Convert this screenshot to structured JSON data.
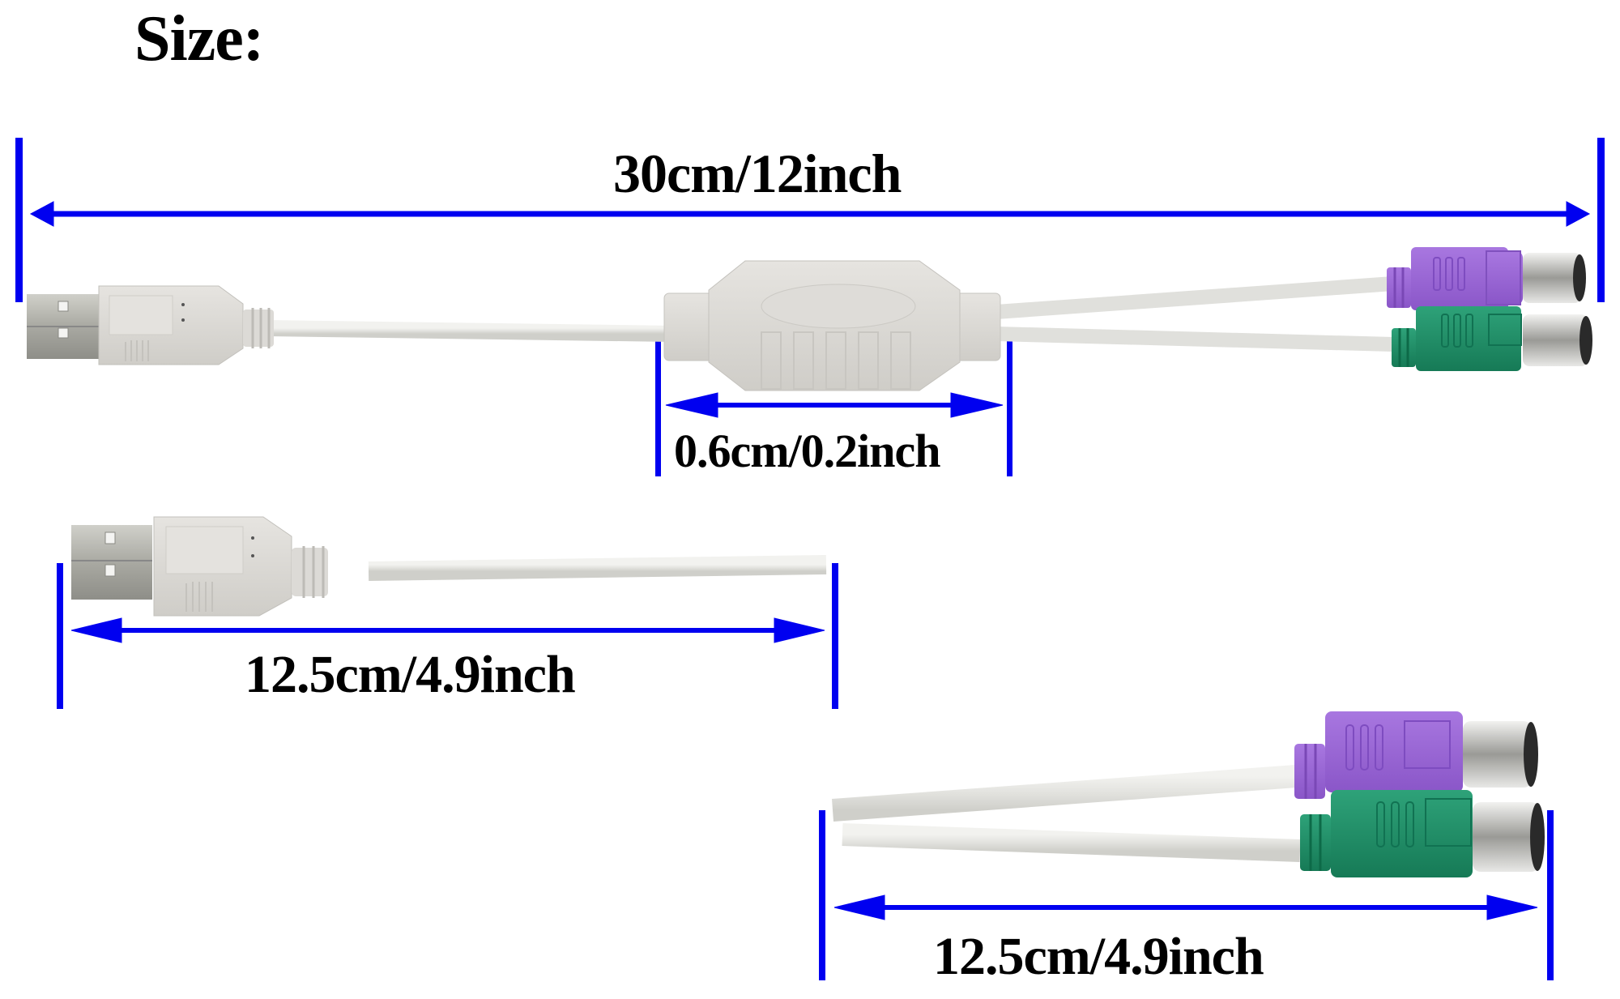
{
  "title": "Size:",
  "colors": {
    "dimension_line": "#0000F0",
    "cable": "#E4E4E0",
    "plug_body": "#DCDAD6",
    "usb_metal": "#B8B8B2",
    "ps2_keyboard": "#9A66D6",
    "ps2_mouse": "#1E8C64",
    "connector_metal": "#C8C8C4"
  },
  "dimensions": {
    "total_length": "30cm/12inch",
    "splitter_box": "0.6cm/0.2inch",
    "usb_branch": "12.5cm/4.9inch",
    "ps2_branch": "12.5cm/4.9inch"
  },
  "product": {
    "views": [
      {
        "name": "full-cable",
        "parts": [
          "usb-a-plug",
          "splitter-box",
          "ps2-purple-connector",
          "ps2-green-connector"
        ]
      },
      {
        "name": "usb-side",
        "parts": [
          "usb-a-plug"
        ]
      },
      {
        "name": "ps2-side",
        "parts": [
          "ps2-purple-connector",
          "ps2-green-connector"
        ]
      }
    ]
  }
}
